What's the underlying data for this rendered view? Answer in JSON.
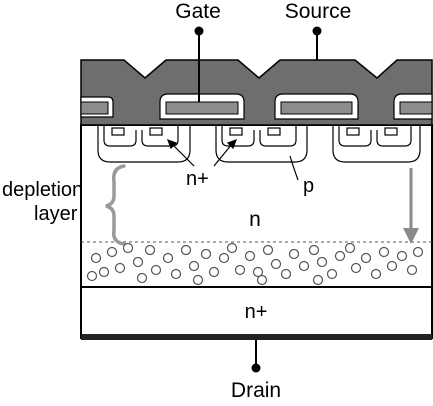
{
  "terminals": {
    "gate": "Gate",
    "source": "Source",
    "drain": "Drain"
  },
  "labels": {
    "depletion_line1": "depletion",
    "depletion_line2": "layer",
    "n_plus_channel": "n+",
    "p_body": "p",
    "n_drift": "n",
    "n_plus_substrate": "n+"
  },
  "colors": {
    "metal": "#6e6e6e",
    "gate_oxide": "#8c8c8c",
    "depletion_bracket": "#9a9a9a",
    "outline": "#000000"
  }
}
